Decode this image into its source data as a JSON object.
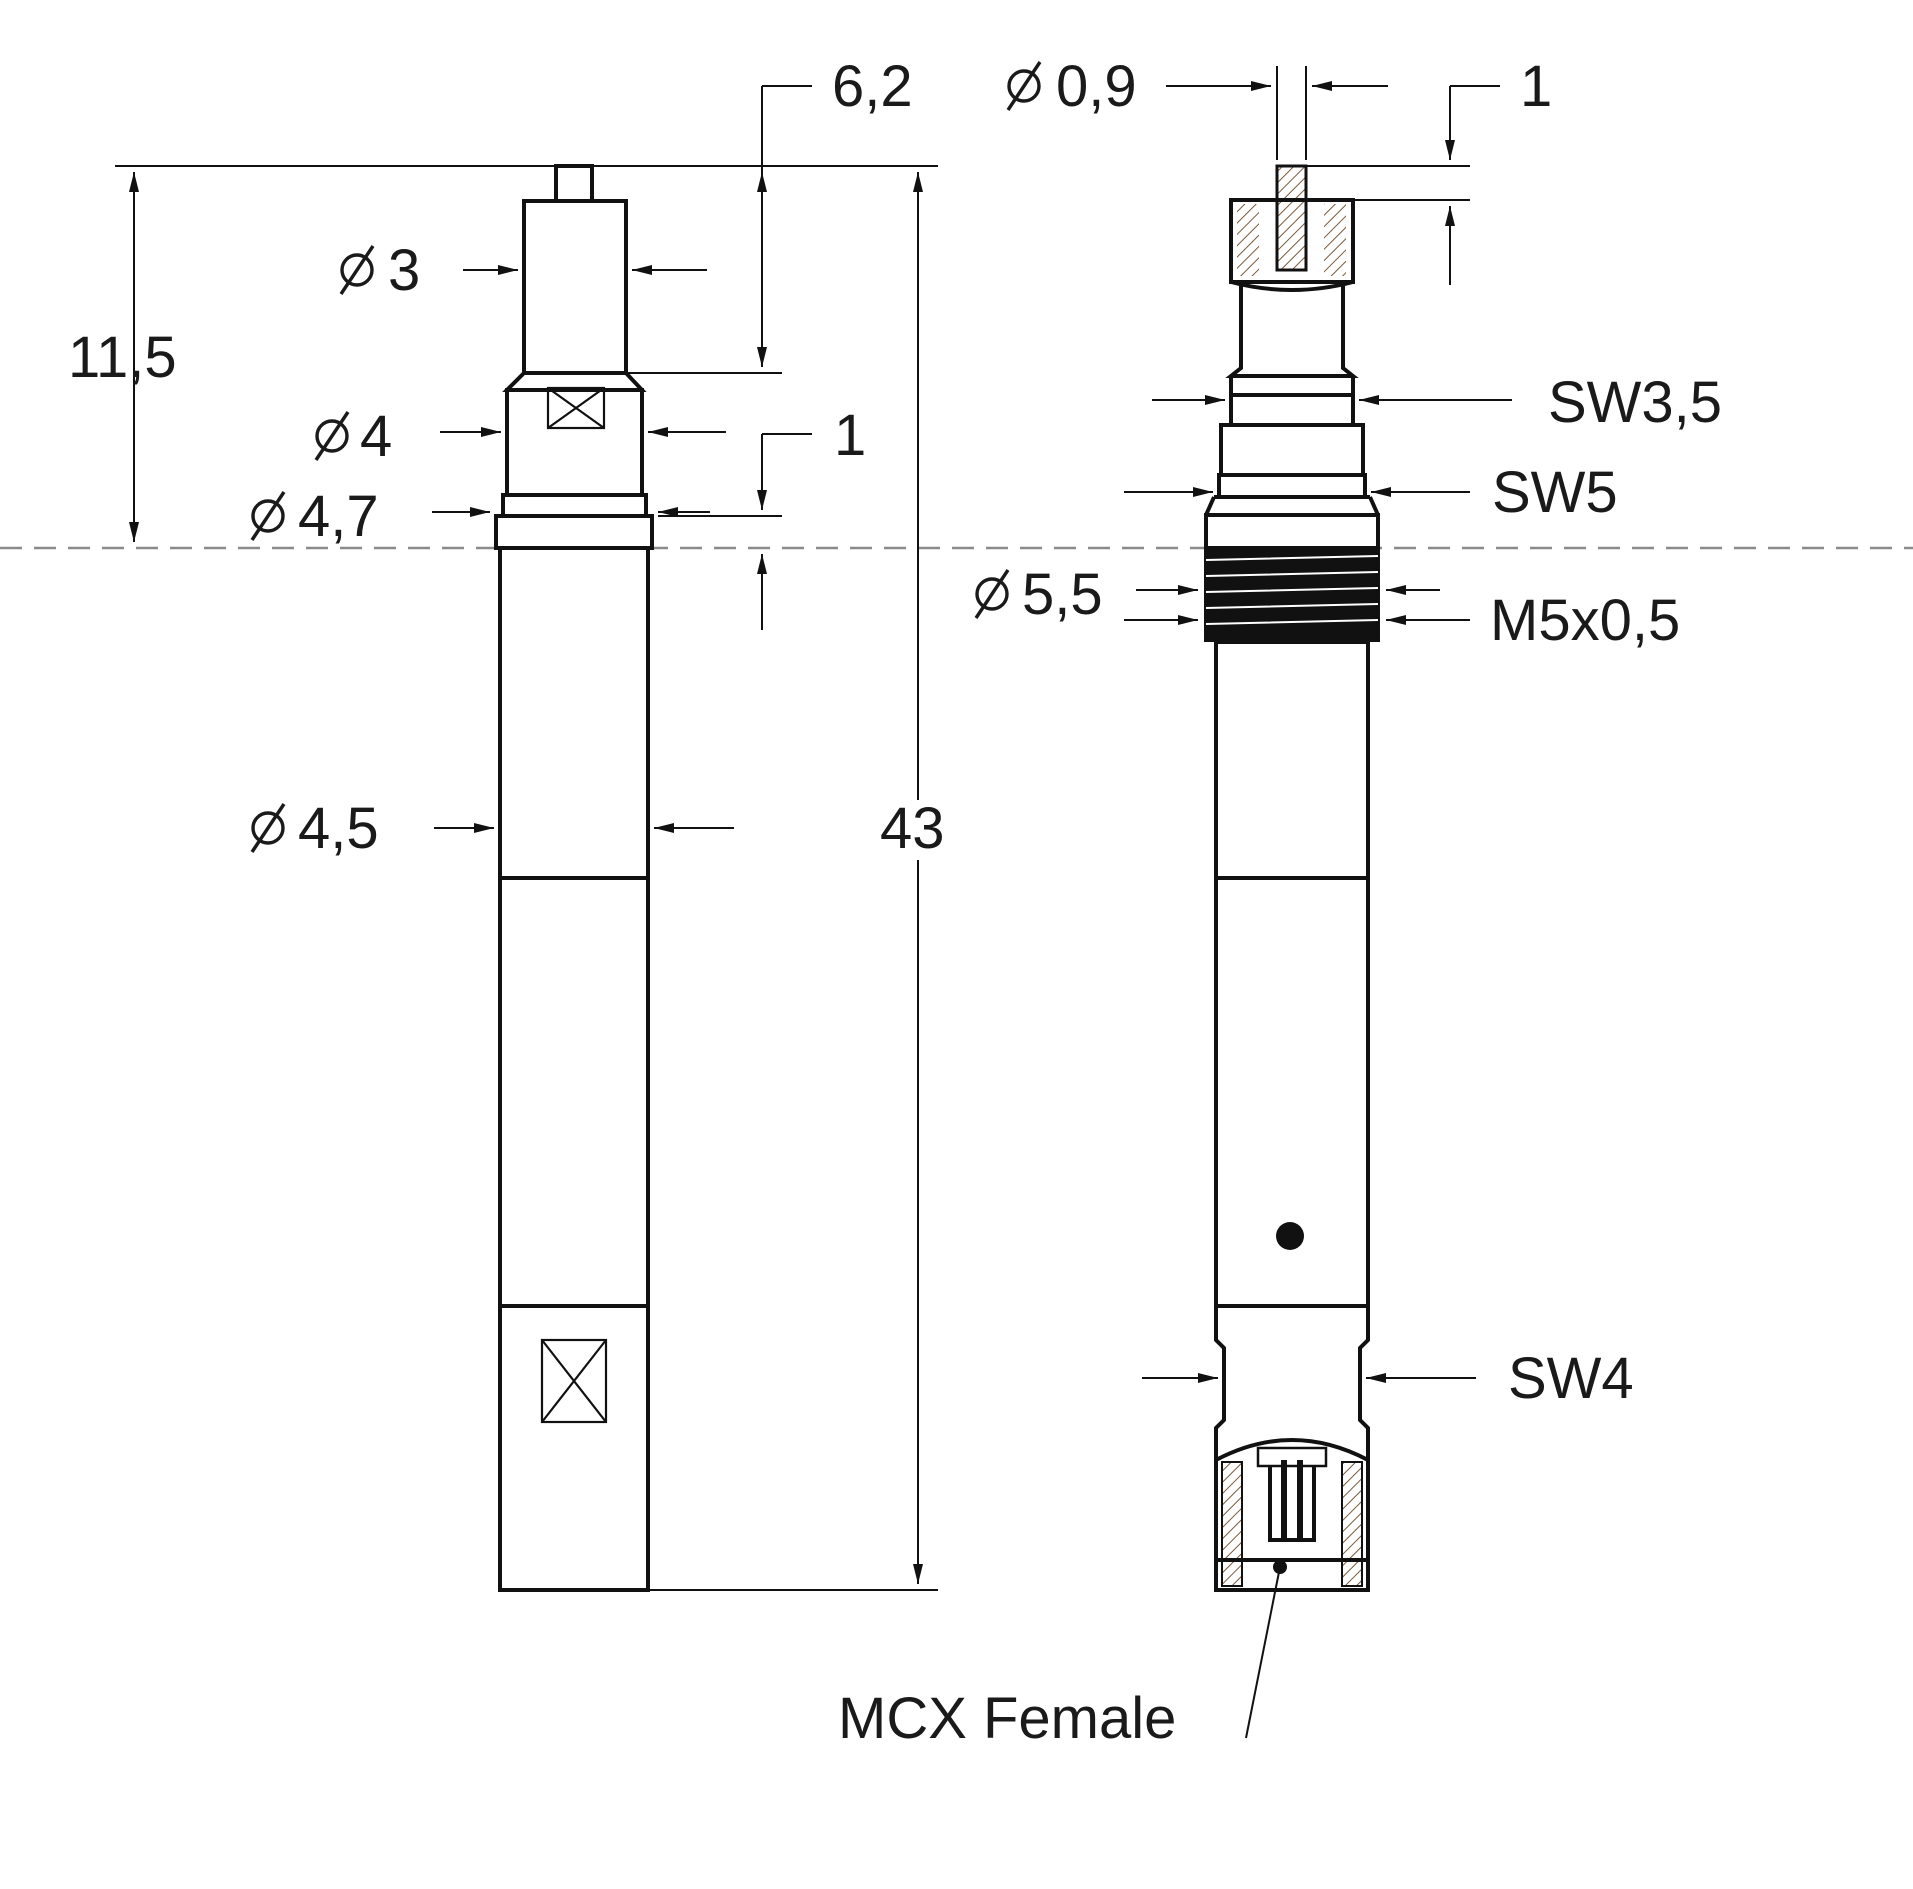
{
  "dimensions": {
    "left_view": {
      "length_top_6_2": "6,2",
      "length_11_5": "11,5",
      "diameter_3": "3",
      "diameter_4": "4",
      "length_1": "1",
      "diameter_4_7": "4,7",
      "diameter_4_5": "4,5",
      "length_43": "43"
    },
    "right_view": {
      "diameter_0_9": "0,9",
      "length_1": "1",
      "wrench_3_5": "SW3,5",
      "wrench_5": "SW5",
      "diameter_5_5": "5,5",
      "thread": "M5x0,5",
      "wrench_4": "SW4",
      "connector": "MCX Female"
    }
  },
  "symbols": {
    "diameter_symbol": "diameter-icon"
  },
  "colors": {
    "line": "#111111",
    "centerline": "#8a8a8a",
    "background": "#ffffff"
  }
}
